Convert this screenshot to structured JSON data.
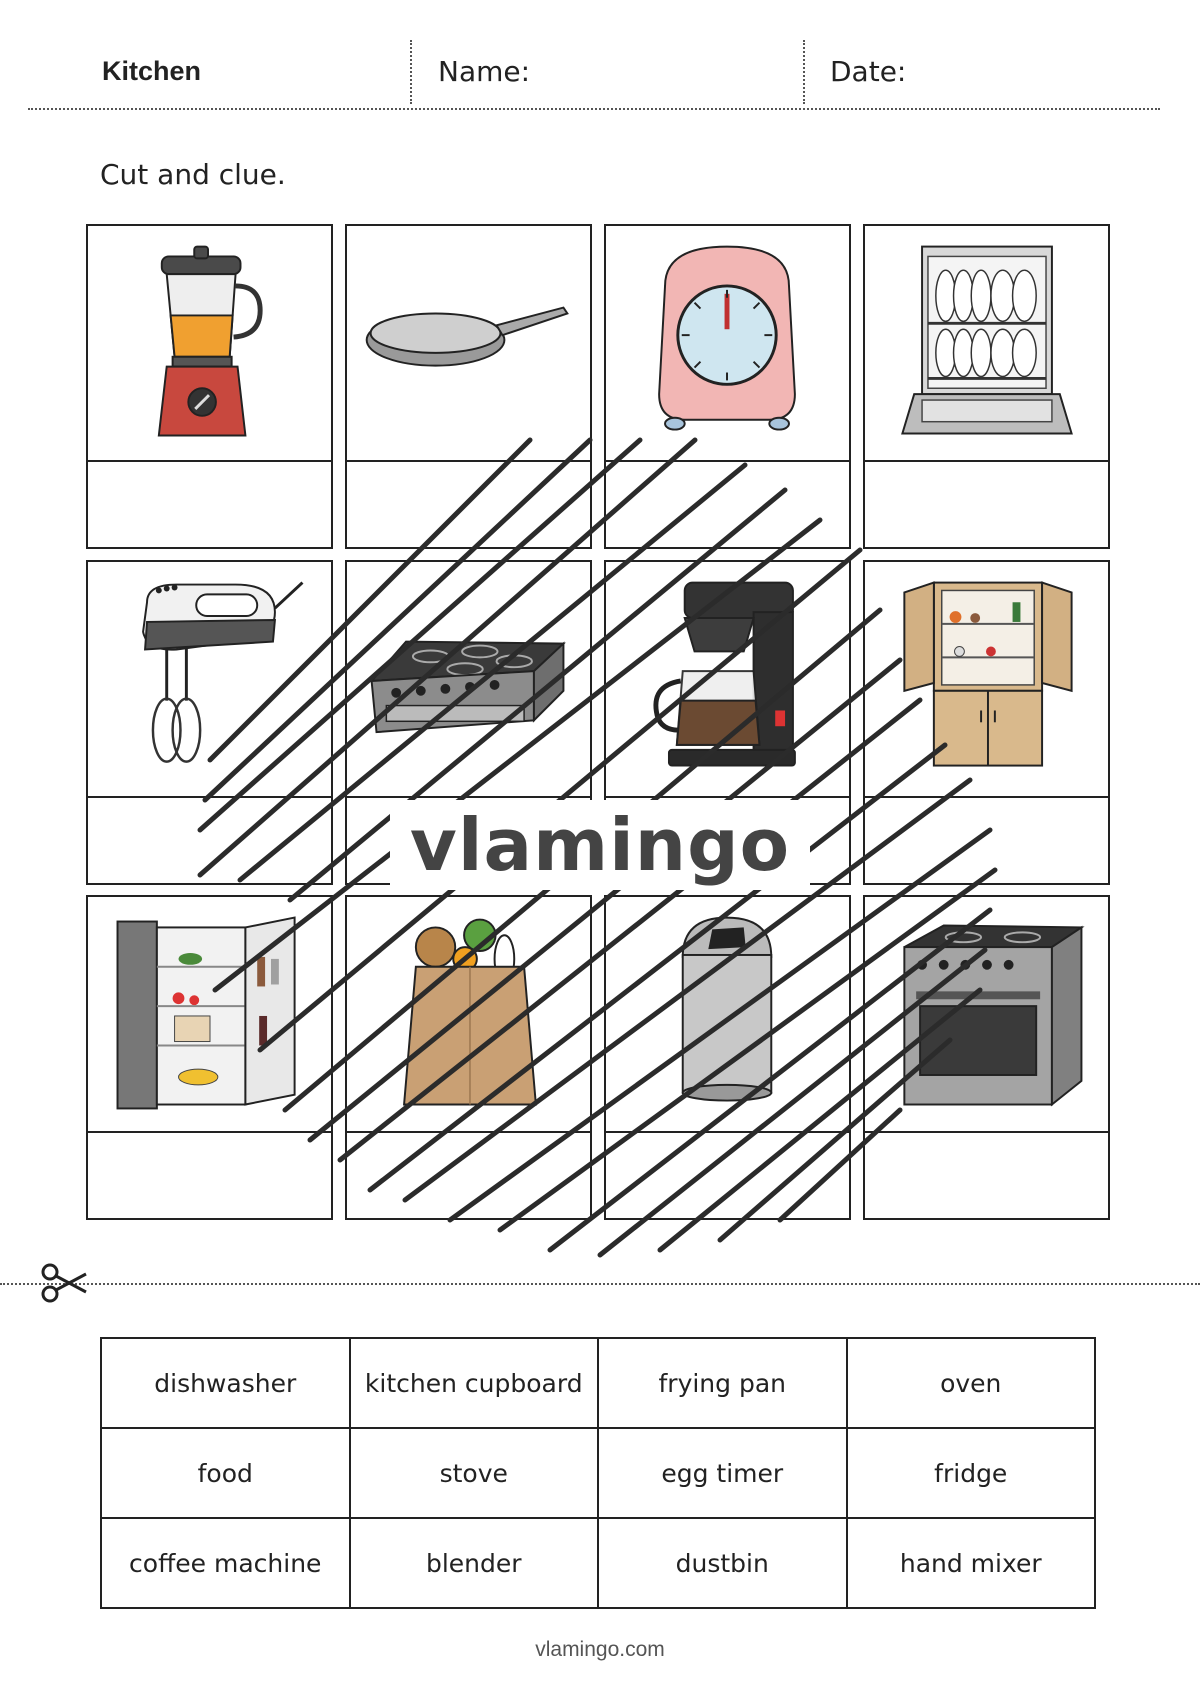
{
  "header": {
    "title": "Kitchen",
    "name_label": "Name:",
    "date_label": "Date:"
  },
  "instruction": "Cut and clue.",
  "pictures": [
    {
      "icon": "blender-icon"
    },
    {
      "icon": "frying-pan-icon"
    },
    {
      "icon": "egg-timer-icon"
    },
    {
      "icon": "dishwasher-icon"
    },
    {
      "icon": "hand-mixer-icon"
    },
    {
      "icon": "stove-icon"
    },
    {
      "icon": "coffee-machine-icon"
    },
    {
      "icon": "kitchen-cupboard-icon"
    },
    {
      "icon": "fridge-icon"
    },
    {
      "icon": "food-icon"
    },
    {
      "icon": "dustbin-icon"
    },
    {
      "icon": "oven-icon"
    }
  ],
  "watermark": "vlamingo",
  "words": [
    [
      "dishwasher",
      "kitchen cupboard",
      "frying pan",
      "oven"
    ],
    [
      "food",
      "stove",
      "egg timer",
      "fridge"
    ],
    [
      "coffee machine",
      "blender",
      "dustbin",
      "hand mixer"
    ]
  ],
  "footer": "vlamingo.com"
}
